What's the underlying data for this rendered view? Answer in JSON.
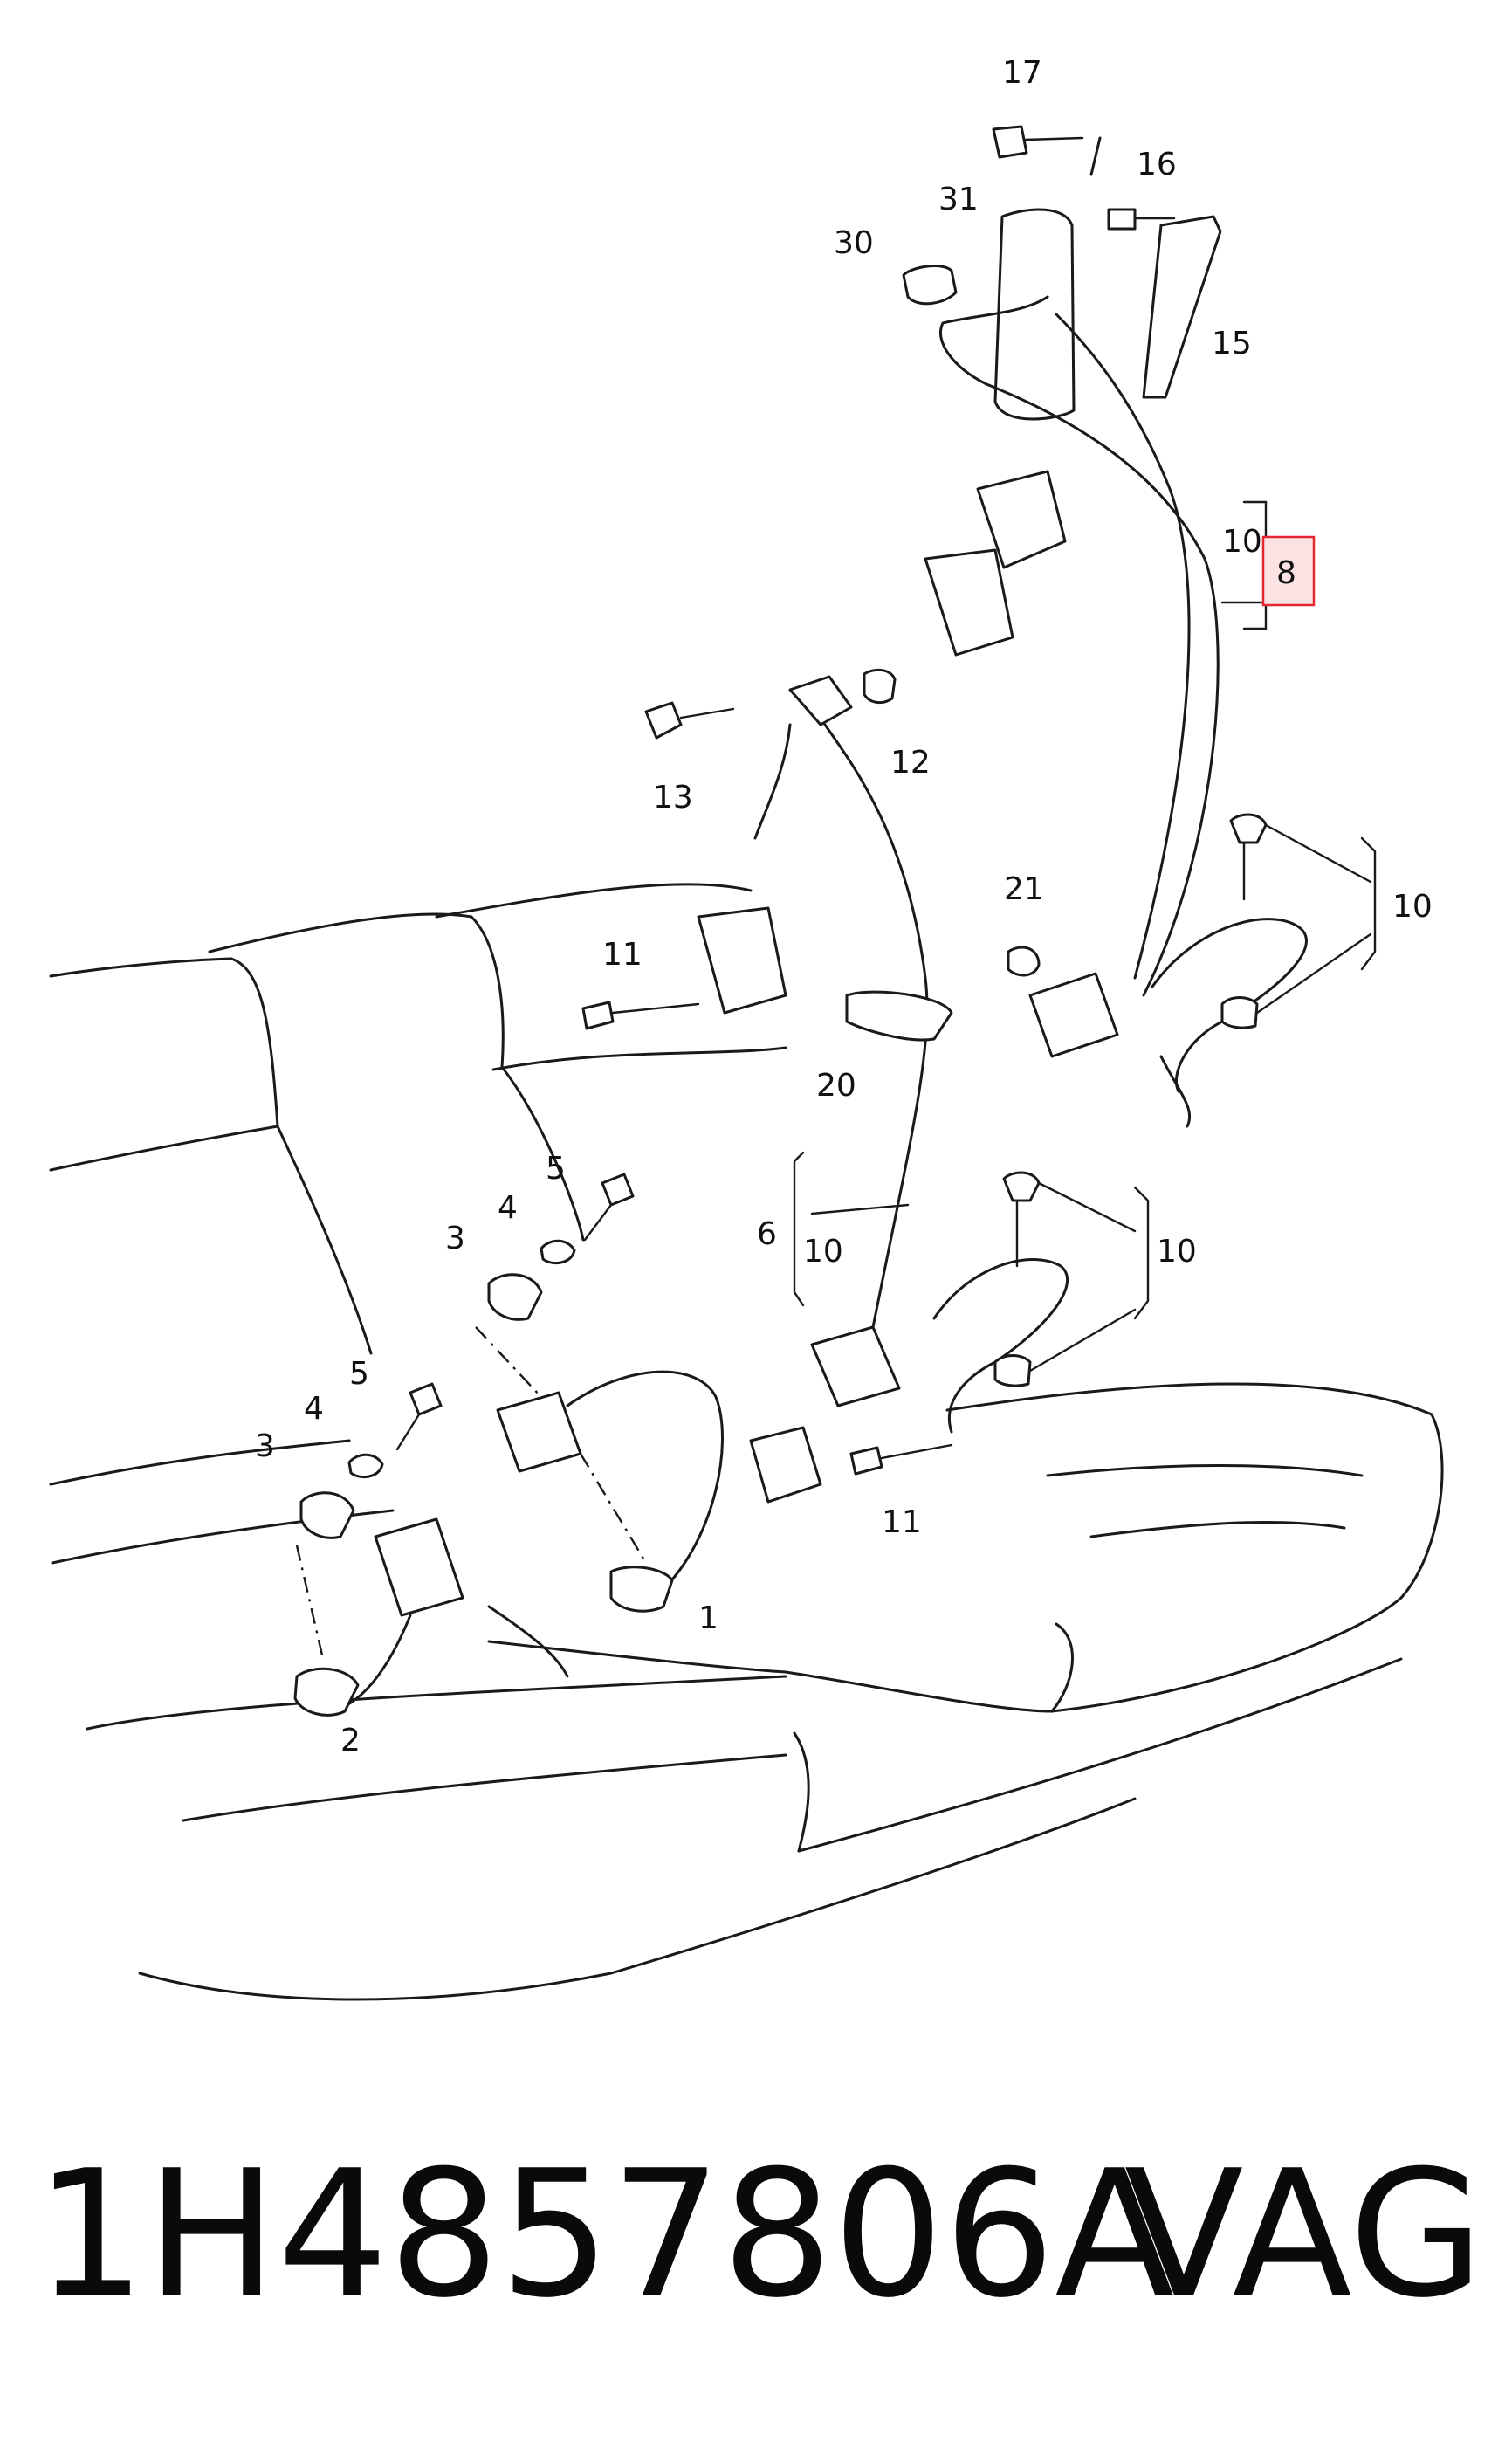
{
  "highlight_color": "#e3262f",
  "callouts": {
    "c1": "1",
    "c2": "2",
    "c3a": "3",
    "c3b": "3",
    "c4a": "4",
    "c4b": "4",
    "c5a": "5",
    "c5b": "5",
    "c6": "6",
    "c10a": "10",
    "c10b": "10",
    "c10c": "10",
    "c10d": "10",
    "c11a": "11",
    "c11b": "11",
    "c12": "12",
    "c13": "13",
    "c15": "15",
    "c16": "16",
    "c17": "17",
    "c20": "20",
    "c21": "21",
    "c30": "30",
    "c31": "31",
    "c8": "8"
  },
  "caption": {
    "part_number": "1H4857806A",
    "brand": "VAG"
  }
}
